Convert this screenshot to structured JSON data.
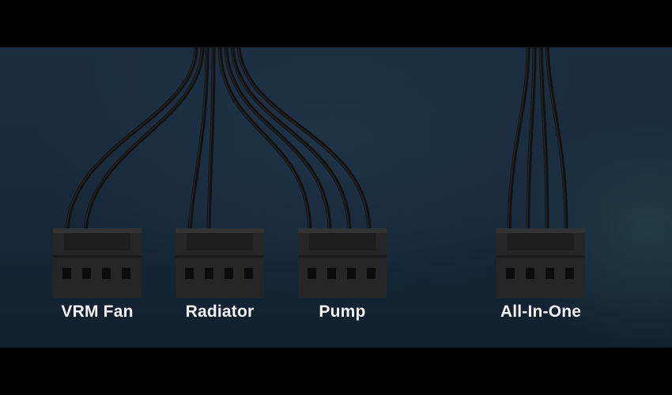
{
  "connectors": [
    {
      "label": "VRM Fan"
    },
    {
      "label": "Radiator"
    },
    {
      "label": "Pump"
    },
    {
      "label": "All-In-One"
    }
  ],
  "colors": {
    "letterbox": "#000000",
    "background": "#172838",
    "cable": "#141414",
    "connector_body": "#2b2b2b",
    "label_text": "#f2f4f6"
  },
  "icons": {
    "connector": "4-pin-fan-header-connector-icon"
  }
}
